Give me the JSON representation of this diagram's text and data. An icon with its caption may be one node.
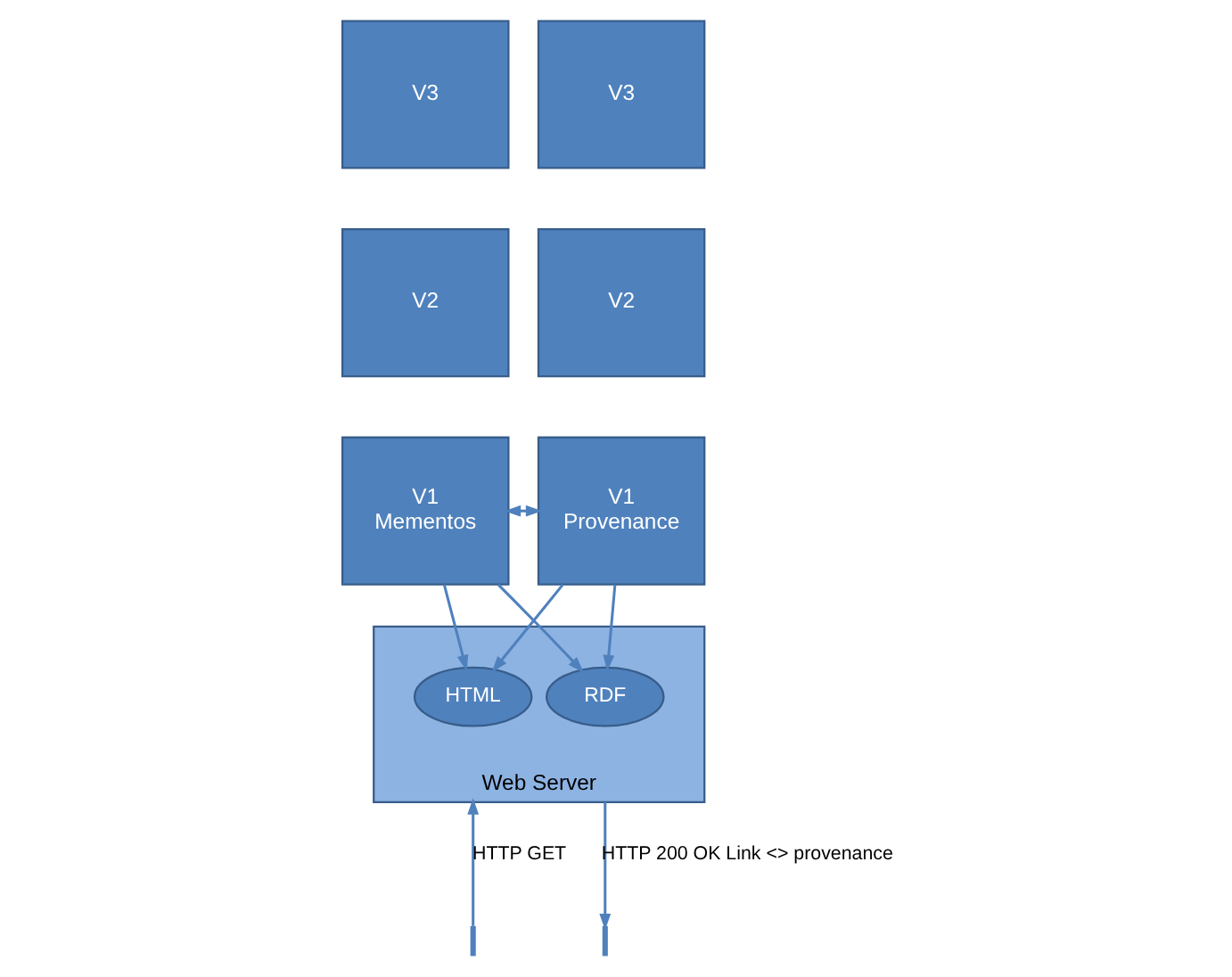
{
  "diagram": {
    "nodes": [
      {
        "text": [
          "V3"
        ]
      },
      {
        "text": [
          "V2"
        ]
      },
      {
        "text": [
          "V1",
          "Mementos"
        ]
      },
      {
        "text": [
          "V3"
        ]
      },
      {
        "text": [
          "V2"
        ]
      },
      {
        "text": [
          "V1",
          "Provenance"
        ]
      },
      {
        "text": [
          "Web Server"
        ]
      },
      {
        "text": [
          "HTML"
        ],
        "in": 6
      },
      {
        "text": [
          "RDF"
        ],
        "in": 6
      }
    ],
    "edges": [
      {
        "from": 2,
        "to": 5,
        "arrow": "both"
      },
      {
        "from": 2,
        "to": 7,
        "arrow": "to"
      },
      {
        "from": 2,
        "to": 8,
        "arrow": "to"
      },
      {
        "from": 5,
        "to": 7,
        "arrow": "to"
      },
      {
        "from": 5,
        "to": 8,
        "arrow": "to"
      },
      {
        "from": null,
        "to": 6,
        "arrow": "to",
        "label": "HTTP GET"
      },
      {
        "from": 6,
        "to": null,
        "arrow": "to",
        "label": "HTTP 200 OK Link <> provenance"
      }
    ]
  }
}
